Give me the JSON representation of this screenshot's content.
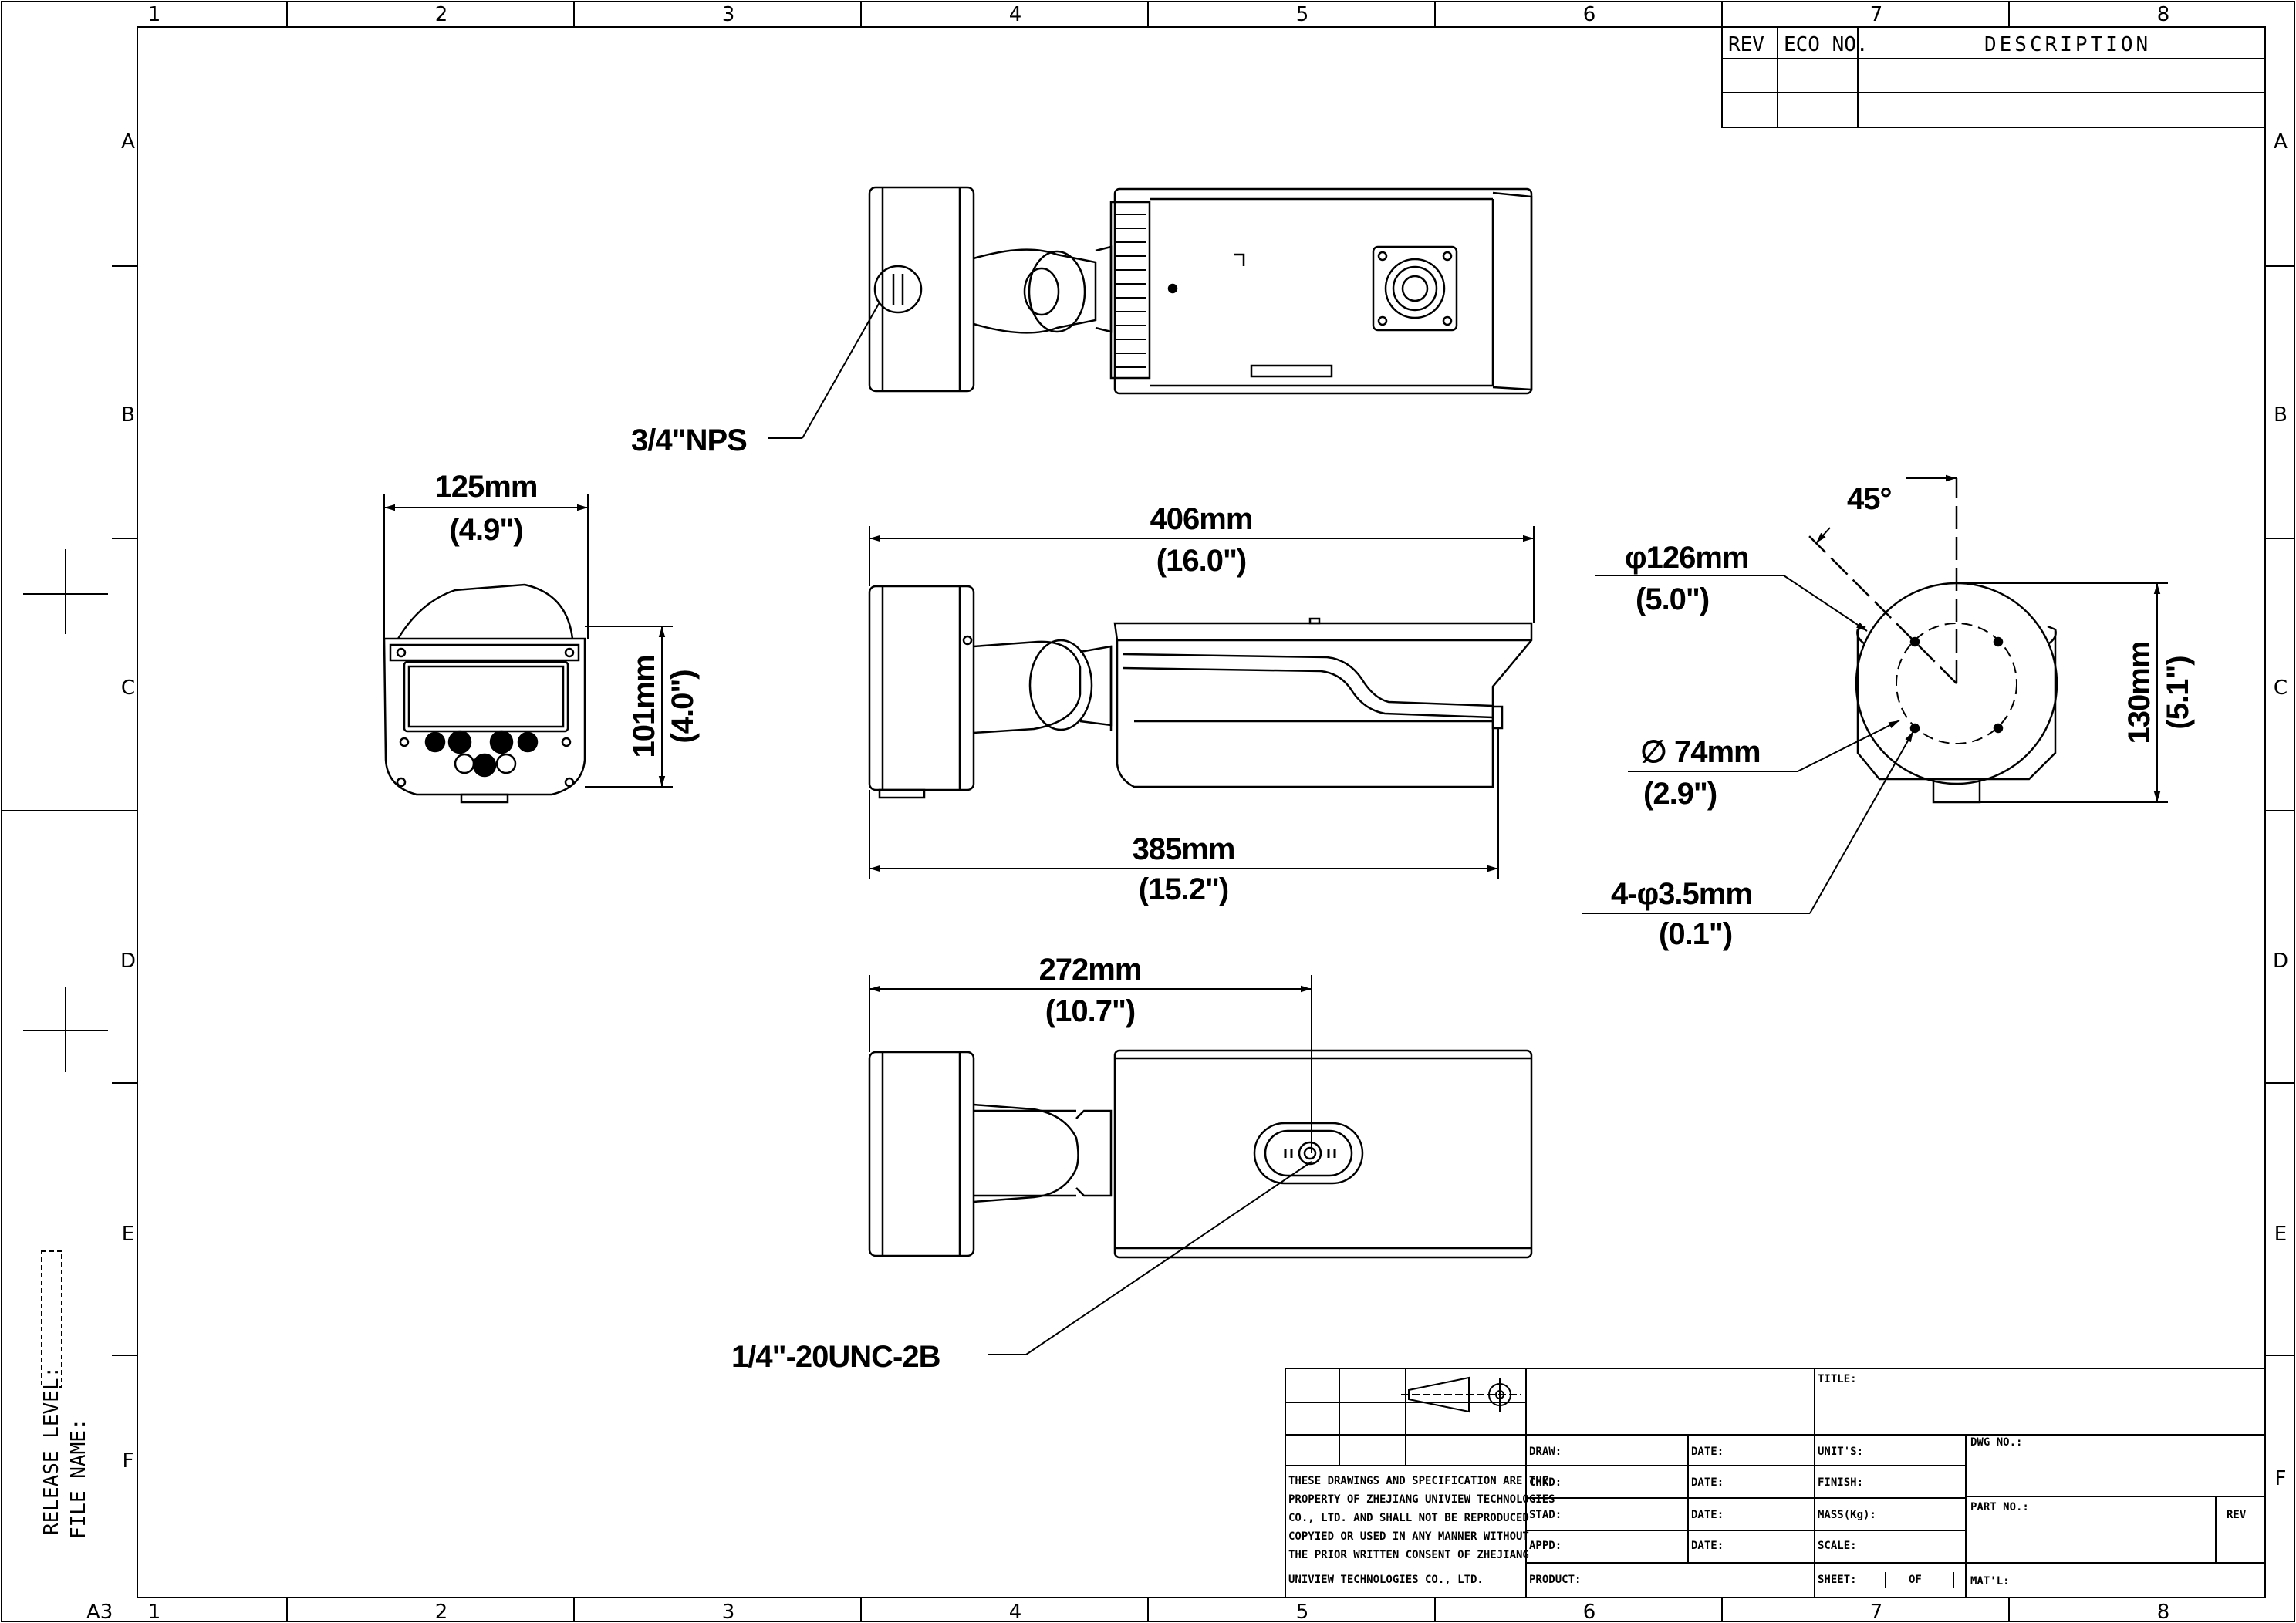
{
  "grid": {
    "columns": [
      "1",
      "2",
      "3",
      "4",
      "5",
      "6",
      "7",
      "8"
    ],
    "rows": [
      "A",
      "B",
      "C",
      "D",
      "E",
      "F"
    ],
    "sheet_size": "A3"
  },
  "revision_table": {
    "rev": "REV",
    "eco_no": "ECO NO.",
    "description": "DESCRIPTION"
  },
  "side_labels": {
    "release_level": "RELEASE LEVEL:",
    "file_name": "FILE NAME:"
  },
  "dimensions": {
    "front_width": {
      "mm": "125mm",
      "in": "(4.9\")"
    },
    "front_height": {
      "mm": "101mm",
      "in": "(4.0\")"
    },
    "overall_length": {
      "mm": "406mm",
      "in": "(16.0\")"
    },
    "body_length": {
      "mm": "385mm",
      "in": "(15.2\")"
    },
    "mount_to_hole": {
      "mm": "272mm",
      "in": "(10.7\")"
    },
    "angle": "45°",
    "base_diameter": {
      "mm": "φ126mm",
      "in": "(5.0\")"
    },
    "bolt_circle": {
      "mm": "∅ 74mm",
      "in": "(2.9\")"
    },
    "holes": {
      "mm": "4-φ3.5mm",
      "in": "(0.1\")"
    },
    "base_height": {
      "mm": "130mm",
      "in": "(5.1\")"
    }
  },
  "callouts": {
    "conduit": "3/4\"NPS",
    "tripod_thread": "1/4\"-20UNC-2B"
  },
  "title_block": {
    "notice": [
      "THESE DRAWINGS AND SPECIFICATION ARE THE",
      "PROPERTY OF ZHEJIANG UNIVIEW TECHNOLOGIES",
      "CO., LTD. AND SHALL NOT BE REPRODUCED",
      "COPYIED OR USED IN ANY MANNER WITHOUT",
      "THE PRIOR WRITTEN CONSENT OF ZHEJIANG",
      "UNIVIEW TECHNOLOGIES CO., LTD."
    ],
    "draw": "DRAW:",
    "chkd": "CHKD:",
    "stad": "STAD:",
    "appd": "APPD:",
    "date": "DATE:",
    "product": "PRODUCT:",
    "title": "TITLE:",
    "units": "UNIT'S:",
    "finish": "FINISH:",
    "mass": "MASS(Kg):",
    "scale": "SCALE:",
    "sheet": "SHEET:",
    "of": "OF",
    "dwg_no": "DWG NO.:",
    "part_no": "PART NO.:",
    "rev": "REV",
    "matl": "MAT'L:"
  }
}
